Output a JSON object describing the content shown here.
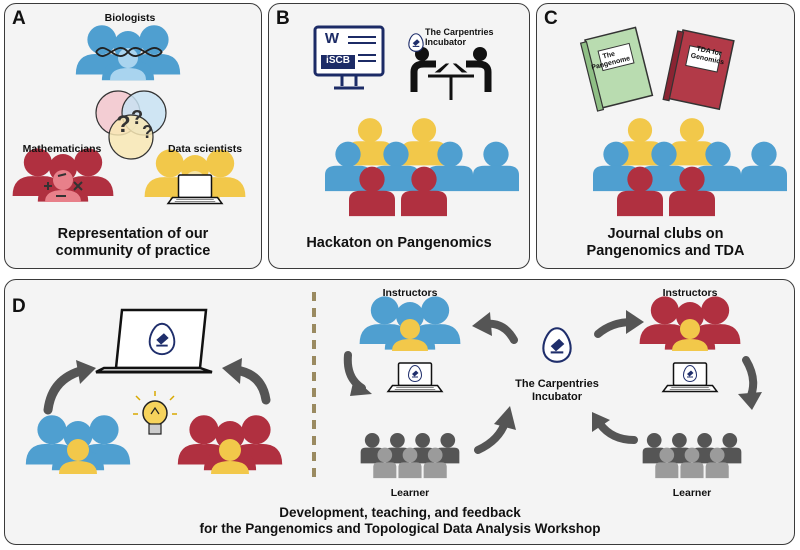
{
  "colors": {
    "blue": "#4f9fd0",
    "light_blue": "#a9d4ef",
    "red": "#b03040",
    "pink": "#e8808a",
    "yellow": "#f2c84a",
    "light_yellow": "#f6e4a8",
    "gray": "#555555",
    "light_gray": "#9b9b9b",
    "book_green": "#b9dcb0",
    "book_red": "#b23a48",
    "panel_bg": "#f4f4f4"
  },
  "panels": {
    "a": {
      "label": "A",
      "biologists": "Biologists",
      "mathematicians": "Mathematicians",
      "data_scientists": "Data scientists",
      "caption_line1": "Representation of our",
      "caption_line2": "community of practice"
    },
    "b": {
      "label": "B",
      "screen_w": "W",
      "screen_logo": "iSCB",
      "carpentries_line1": "The Carpentries",
      "carpentries_line2": "Incubator",
      "caption": "Hackaton on Pangenomics"
    },
    "c": {
      "label": "C",
      "book1_line1": "The",
      "book1_line2": "Pangenome",
      "book2_line1": "TDA for",
      "book2_line2": "Genomics",
      "caption_line1": "Journal clubs on",
      "caption_line2": "Pangenomics and TDA"
    },
    "d": {
      "label": "D",
      "instructors_left": "Instructors",
      "instructors_right": "Instructors",
      "learner_left": "Learner",
      "learner_right": "Learner",
      "incubator_line1": "The Carpentries",
      "incubator_line2": "Incubator",
      "caption_line1": "Development, teaching, and feedback",
      "caption_line2": "for the Pangenomics and Topological Data Analysis Workshop"
    }
  },
  "icons": [
    "dna-icon",
    "question-mark-icon",
    "math-symbols-icon",
    "laptop-icon",
    "monitor-icon",
    "people-at-table-icon",
    "book-icon",
    "egg-logo-icon",
    "lightbulb-icon",
    "curved-arrow-icon",
    "crowd-icon"
  ]
}
